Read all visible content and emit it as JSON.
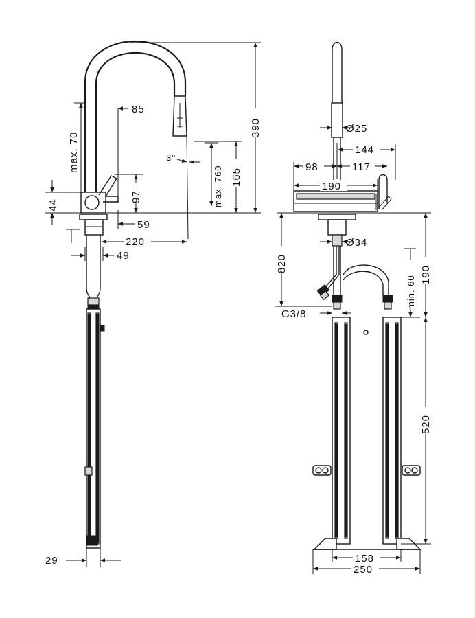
{
  "side_view": {
    "dims": {
      "max70": "max. 70",
      "d85": "85",
      "d3deg": "3°",
      "max760": "max. 760",
      "d165": "165",
      "d390": "390",
      "d44": "44",
      "d97": "97",
      "d59": "59",
      "d220": "220",
      "d49": "49",
      "d29": "29"
    }
  },
  "front_view": {
    "dims": {
      "dia25": "Ø25",
      "d144": "144",
      "d98": "98",
      "d117": "117",
      "d190w": "190",
      "dia34": "Ø34",
      "d820": "820",
      "min60": "min. 60",
      "d190h": "190",
      "g38": "G3/8",
      "d520": "520",
      "d158": "158",
      "d250": "250"
    }
  }
}
